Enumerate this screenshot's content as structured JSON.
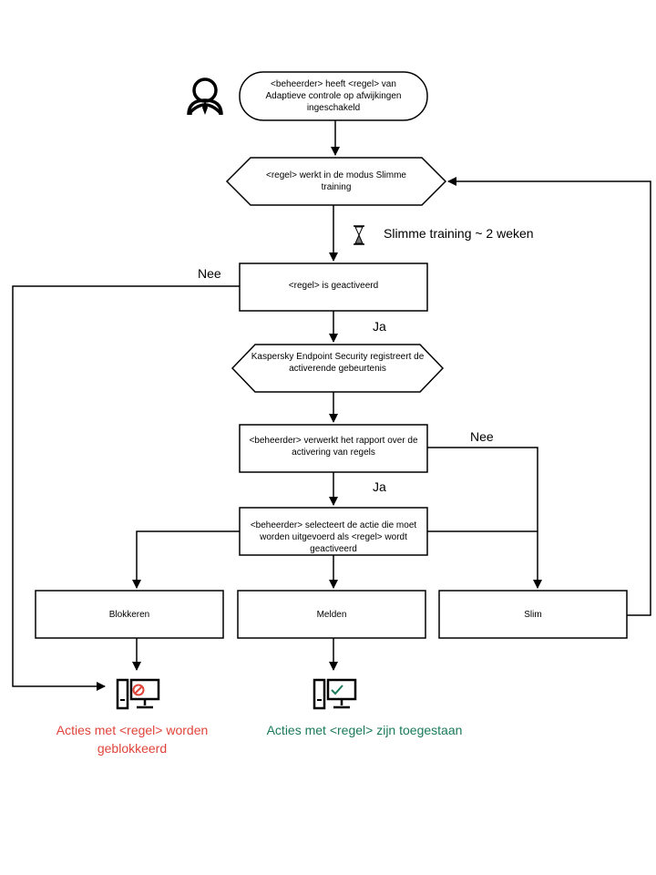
{
  "nodes": {
    "start": "<beheerder> heeft <regel> van Adaptieve controle op afwijkingen ingeschakeld",
    "smart_mode": "<regel> werkt in de modus Slimme training",
    "triggered": "<regel> is geactiveerd",
    "kes_registers": "Kaspersky Endpoint Security registreert de activerende gebeurtenis",
    "admin_processes": "<beheerder> verwerkt het rapport over de activering van regels",
    "admin_selects": "<beheerder> selecteert de actie die moet  worden uitgevoerd als <regel> wordt geactiveerd",
    "block": "Blokkeren",
    "notify": "Melden",
    "smart": "Slim"
  },
  "edge_labels": {
    "training_time": "Slimme training ~ 2 weken",
    "no_triggered": "Nee",
    "yes_triggered": "Ja",
    "no_processed": "Nee",
    "yes_processed": "Ja"
  },
  "results": {
    "blocked": "Acties met <regel> worden geblokkeerd",
    "allowed": "Acties met <regel> zijn toegestaan"
  },
  "colors": {
    "stroke": "#000000",
    "blocked": "#e0443a",
    "allowed": "#1a7a5a"
  },
  "icons": {
    "admin": "user-icon",
    "hourglass": "hourglass-icon",
    "blocked_pc": "computer-blocked-icon",
    "allowed_pc": "computer-allowed-icon"
  }
}
